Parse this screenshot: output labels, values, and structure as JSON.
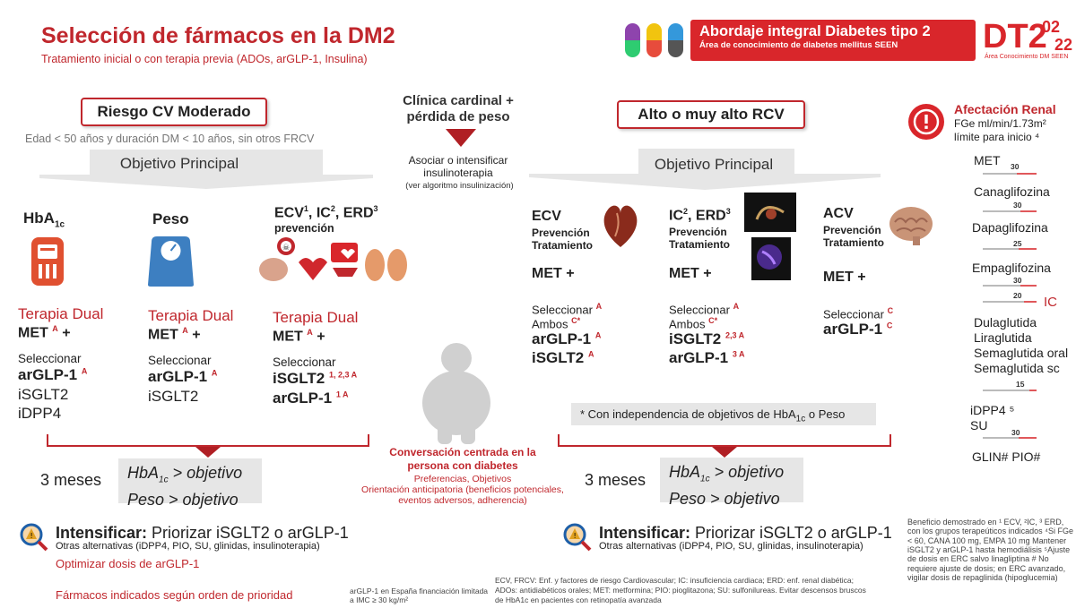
{
  "header": {
    "title": "Selección de fármacos en la DM2",
    "subtitle": "Tratamiento inicial o con terapia previa (ADOs, arGLP-1, Insulina)",
    "banner_title": "Abordaje integral Diabetes tipo 2",
    "banner_subtitle": "Área de conocimiento de diabetes mellitus SEEN",
    "logo_main": "DT2",
    "logo_year_top": "02",
    "logo_year_bottom": "22",
    "logo_caption": "Área Conocimiento DM SEEN",
    "pill_colors": [
      "#8e44ad",
      "#f1c40f",
      "#3498db",
      "#555555"
    ]
  },
  "left": {
    "risk_title": "Riesgo CV Moderado",
    "risk_desc": "Edad < 50 años y duración DM < 10 años, sin otros FRCV",
    "objective": "Objetivo Principal",
    "col1": {
      "head": "HbA",
      "head_sub": "1c",
      "dual": "Terapia Dual",
      "met": "MET",
      "met_sup": "A",
      "plus": "+",
      "select": "Seleccionar",
      "l1": "arGLP-1",
      "l1_sup": "A",
      "l2": "iSGLT2",
      "l3": "iDPP4"
    },
    "col2": {
      "head": "Peso",
      "dual": "Terapia Dual",
      "met": "MET",
      "met_sup": "A",
      "plus": "+",
      "select": "Seleccionar",
      "l1": "arGLP-1",
      "l1_sup": "A",
      "l2": "iSGLT2"
    },
    "col3": {
      "head": "ECV",
      "head_sup1": "1",
      "head_mid": ", IC",
      "head_sup2": "2",
      "head_end": ", ERD",
      "head_sup3": "3",
      "prevention": "prevención",
      "dual": "Terapia Dual",
      "met": "MET",
      "met_sup": "A",
      "plus": "+",
      "select": "Seleccionar",
      "l1": "iSGLT2",
      "l1_sup": "1, 2,3 A",
      "l2": "arGLP-1",
      "l2_sup": "1 A"
    },
    "months": "3 meses",
    "cond1_a": "HbA",
    "cond1_sub": "1c",
    "cond1_b": " > objetivo",
    "cond2": "Peso > objetivo",
    "intensify_bold": "Intensificar:",
    "intensify_text": " Priorizar iSGLT2 o arGLP-1",
    "alternatives": "Otras alternativas (iDPP4, PIO, SU, glinidas, insulinoterapia)",
    "optimize": "Optimizar dosis de arGLP-1",
    "priority": "Fármacos indicados según orden de prioridad"
  },
  "center": {
    "clinic": "Clínica cardinal + pérdida de peso",
    "associate": "Asociar o intensificar insulinoterapia",
    "algo": "(ver algoritmo insulinización)",
    "conv_title": "Conversación centrada en la persona con diabetes",
    "conv_l1": "Preferencias, Objetivos",
    "conv_l2": "Orientación anticipatoria (beneficios potenciales, eventos adversos, adherencia)",
    "financing": "arGLP-1 en España financiación limitada a IMC ≥ 30 kg/m²"
  },
  "right": {
    "risk_title": "Alto o muy alto RCV",
    "objective": "Objetivo Principal",
    "col1": {
      "head": "ECV",
      "p": "Prevención",
      "t": "Tratamiento",
      "met": "MET +",
      "select": "Seleccionar",
      "select_sup": "A",
      "ambos": "Ambos",
      "ambos_sup": "C*",
      "l1": "arGLP-1",
      "l1_sup": "A",
      "l2": "iSGLT2",
      "l2_sup": "A"
    },
    "col2": {
      "head": "IC",
      "head_sup1": "2",
      "head_end": ", ERD",
      "head_sup2": "3",
      "p": "Prevención",
      "t": "Tratamiento",
      "met": "MET +",
      "select": "Seleccionar",
      "select_sup": "A",
      "ambos": "Ambos",
      "ambos_sup": "C*",
      "l1": "iSGLT2",
      "l1_sup": "2,3 A",
      "l2": "arGLP-1",
      "l2_sup": "3 A"
    },
    "col3": {
      "head": "ACV",
      "p": "Prevención",
      "t": "Tratamiento",
      "met": "MET +",
      "select": "Seleccionar",
      "select_sup": "C",
      "l1": "arGLP-1",
      "l1_sup": "C"
    },
    "independence_a": "* Con independencia de objetivos de HbA",
    "independence_sub": "1c",
    "independence_b": " o Peso",
    "months": "3 meses",
    "cond1_a": "HbA",
    "cond1_sub": "1c",
    "cond1_b": " > objetivo",
    "cond2": "Peso > objetivo",
    "intensify_bold": "Intensificar:",
    "intensify_text": " Priorizar iSGLT2 o arGLP-1",
    "alternatives": "Otras alternativas (iDPP4, PIO, SU, glinidas, insulinoterapia)",
    "abbrev": "ECV, FRCV: Enf. y factores de riesgo Cardiovascular; IC: insuficiencia cardiaca; ERD: enf. renal diabética; ADOs: antidiabéticos orales; MET: metformina; PIO: pioglitazona; SU: sulfonilureas. Evitar descensos bruscos de HbA1c en pacientes con retinopatía avanzada"
  },
  "renal": {
    "title": "Afectación Renal",
    "unit": "FGe ml/min/1.73m²",
    "limit": "límite para inicio ⁴",
    "items": [
      {
        "name": "MET",
        "value": "30"
      },
      {
        "name": "Canaglifozina",
        "value": "30"
      },
      {
        "name": "Dapaglifozina",
        "value": "25"
      },
      {
        "name": "Empaglifozina",
        "value": "30"
      },
      {
        "name": "",
        "value": "20",
        "tag": "IC"
      },
      {
        "name": "Dulaglutida",
        "value": ""
      },
      {
        "name": "Liraglutida",
        "value": ""
      },
      {
        "name": "Semaglutida oral",
        "value": ""
      },
      {
        "name": "Semaglutida sc",
        "value": "15"
      },
      {
        "name": "iDPP4 ⁵",
        "value": ""
      },
      {
        "name": "SU",
        "value": "30"
      },
      {
        "name": "GLIN# PIO#",
        "value": ""
      }
    ],
    "footnotes": "Beneficio demostrado en ¹ ECV, ²IC, ³ ERD, con los grupos terapeúticos indicados ⁴Si FGe < 60, CANA 100 mg, EMPA 10 mg Mantener iSGLT2 y arGLP-1 hasta hemodiálisis ⁵Ajuste de dosis en ERC salvo linagliptina # No requiere ajuste de dosis; en ERC avanzado, vigilar dosis de repaglinida (hipoglucemia)"
  }
}
